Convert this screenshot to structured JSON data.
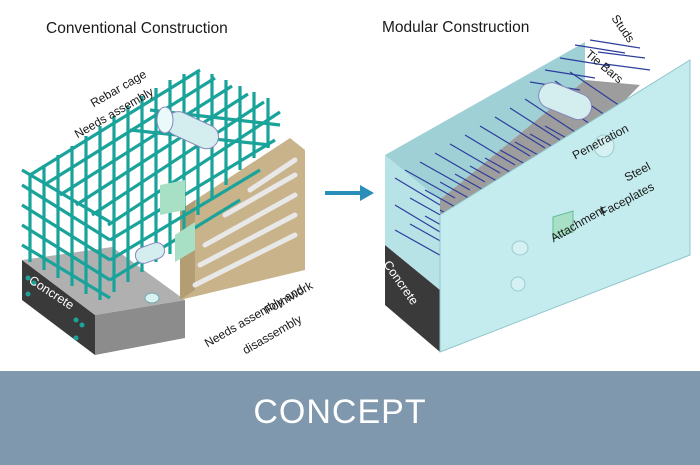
{
  "headings": {
    "left": "Conventional Construction",
    "right": "Modular Construction"
  },
  "left_labels": {
    "rebar": "Rebar cage",
    "rebar_note": "Needs assembly",
    "formwork": "Formwork",
    "formwork_note_1": "Needs assembly and",
    "formwork_note_2": "disassembly",
    "concrete": "Concrete"
  },
  "right_labels": {
    "studs": "Studs",
    "tie_bars": "Tie Bars",
    "penetration": "Penetration",
    "steel": "Steel",
    "faceplates": "Faceplates",
    "attachment": "Attachment",
    "concrete": "Concrete"
  },
  "banner": {
    "title": "CONCEPT"
  },
  "colors": {
    "rebar": "#1aa39a",
    "formwork": "#c9b38a",
    "concrete": "#3a3a3a",
    "faceplate": "#bfe8ea",
    "banner": "#7f98ad",
    "arrow": "#2a8fb8"
  }
}
